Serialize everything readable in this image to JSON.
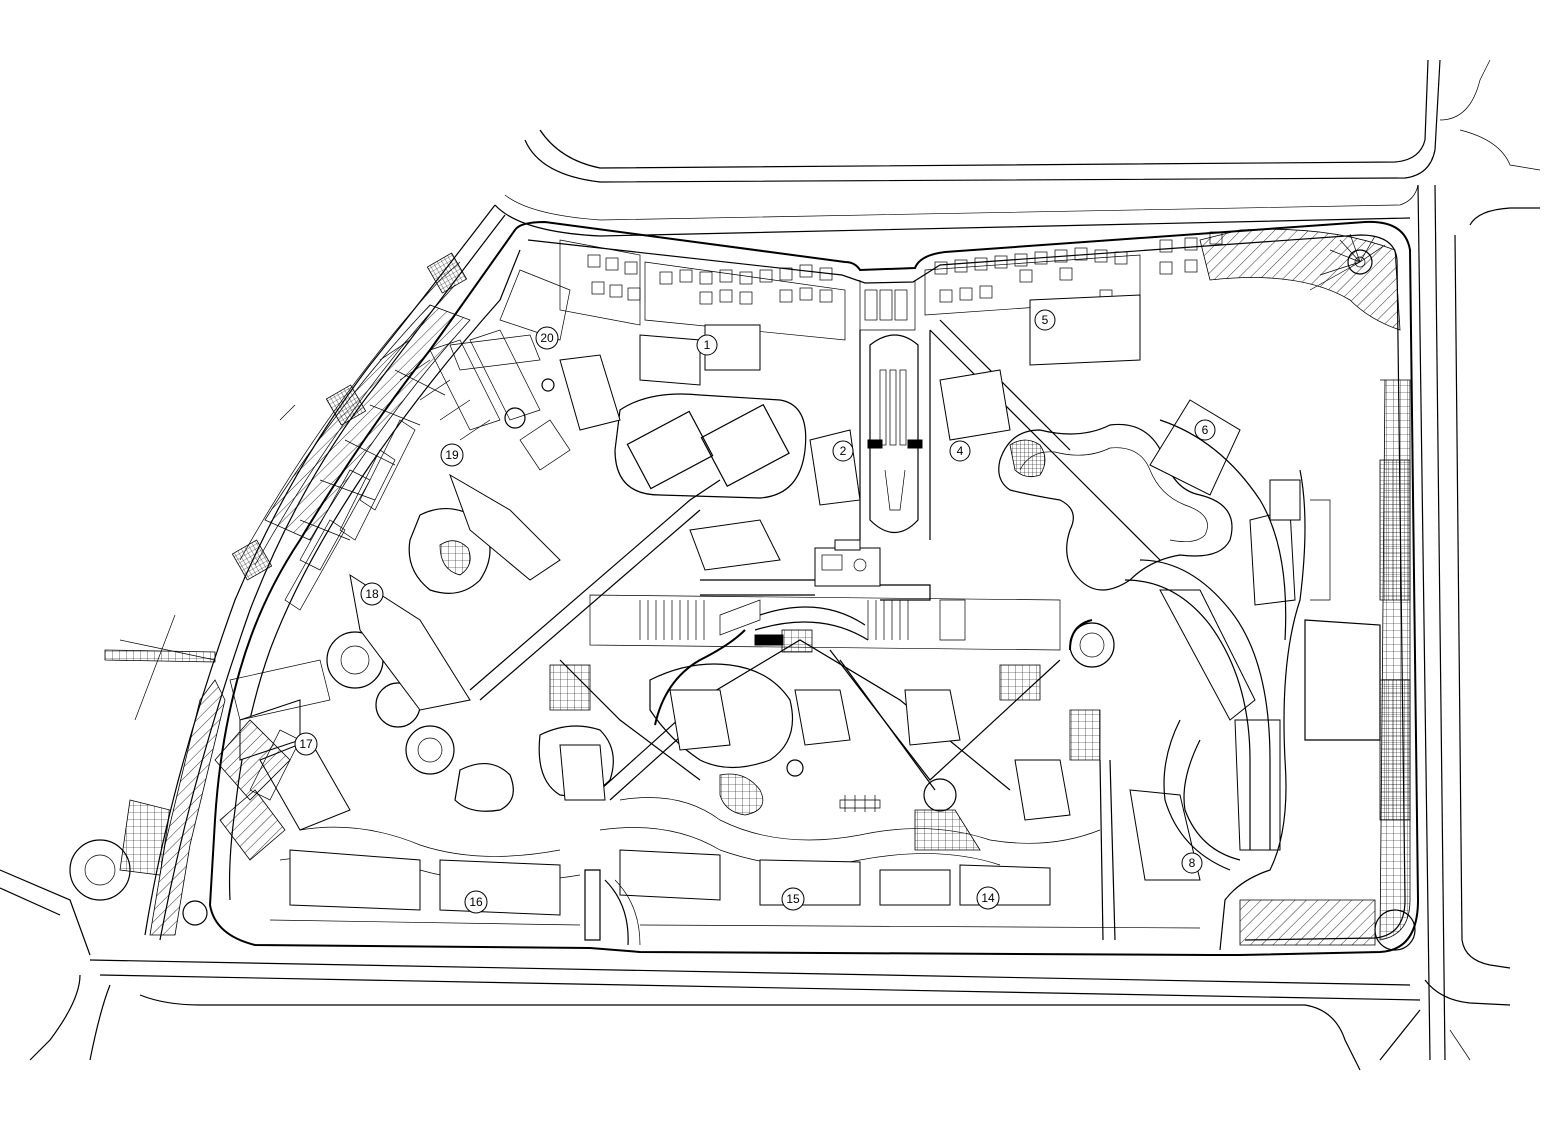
{
  "plan": {
    "building_labels": [
      {
        "id": "b1",
        "text": "1"
      },
      {
        "id": "b2",
        "text": "2"
      },
      {
        "id": "b4",
        "text": "4"
      },
      {
        "id": "b5",
        "text": "5"
      },
      {
        "id": "b6",
        "text": "6"
      },
      {
        "id": "b8",
        "text": "8"
      },
      {
        "id": "b14",
        "text": "14"
      },
      {
        "id": "b15",
        "text": "15"
      },
      {
        "id": "b16",
        "text": "16"
      },
      {
        "id": "b17",
        "text": "17"
      },
      {
        "id": "b18",
        "text": "18"
      },
      {
        "id": "b19",
        "text": "19"
      },
      {
        "id": "b20",
        "text": "20"
      }
    ],
    "colors": {
      "line": "#000000",
      "background": "#ffffff"
    }
  }
}
